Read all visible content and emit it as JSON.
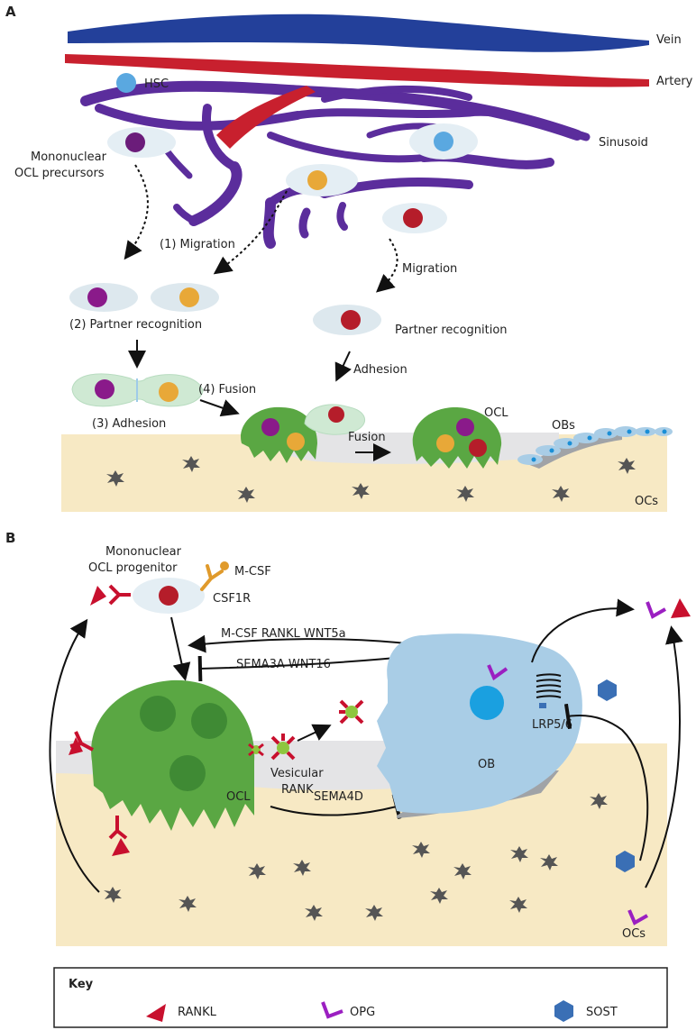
{
  "panel_a": {
    "letter": "A",
    "vein": "Vein",
    "artery": "Artery",
    "sinusoid": "Sinusoid",
    "hsc": "HSC",
    "precursors_line1": "Mononuclear",
    "precursors_line2": "OCL precursors",
    "migration_1": "(1) Migration",
    "migration": "Migration",
    "partner_recognition_2": "(2) Partner recognition",
    "partner_recognition": "Partner recognition",
    "adhesion_3": "(3) Adhesion",
    "adhesion": "Adhesion",
    "fusion_4": "(4) Fusion",
    "fusion": "Fusion",
    "ocl": "OCL",
    "obs": "OBs",
    "ocs": "OCs"
  },
  "panel_b": {
    "letter": "B",
    "progenitor_line1": "Mononuclear",
    "progenitor_line2": "OCL progenitor",
    "mcsf": "M-CSF",
    "csf1r": "CSF1R",
    "stim_signals": "M-CSF RANKL WNT5a",
    "inhib_signals": "SEMA3A WNT16",
    "vesicular_line1": "Vesicular",
    "vesicular_line2": "RANK",
    "lrp": "LRP5/6",
    "ob": "OB",
    "ocl": "OCL",
    "sema4d": "SEMA4D",
    "ocs": "OCs"
  },
  "key": {
    "title": "Key",
    "items": [
      {
        "label": "RANKL",
        "icon": "rankl-triangle-icon",
        "color": "#c8102e"
      },
      {
        "label": "OPG",
        "icon": "opg-chevron-icon",
        "color": "#9b1fc1"
      },
      {
        "label": "SOST",
        "icon": "sost-hexagon-icon",
        "color": "#3a6fb5"
      }
    ]
  },
  "colors": {
    "vein": "#23409a",
    "artery": "#c8202e",
    "sinusoid": "#5b2d9c",
    "bone": "#f7e9c4",
    "ocl": "#5aa743",
    "ob": "#a9cde6",
    "cell": "#e4eef4",
    "osteocyte": "#555555"
  }
}
